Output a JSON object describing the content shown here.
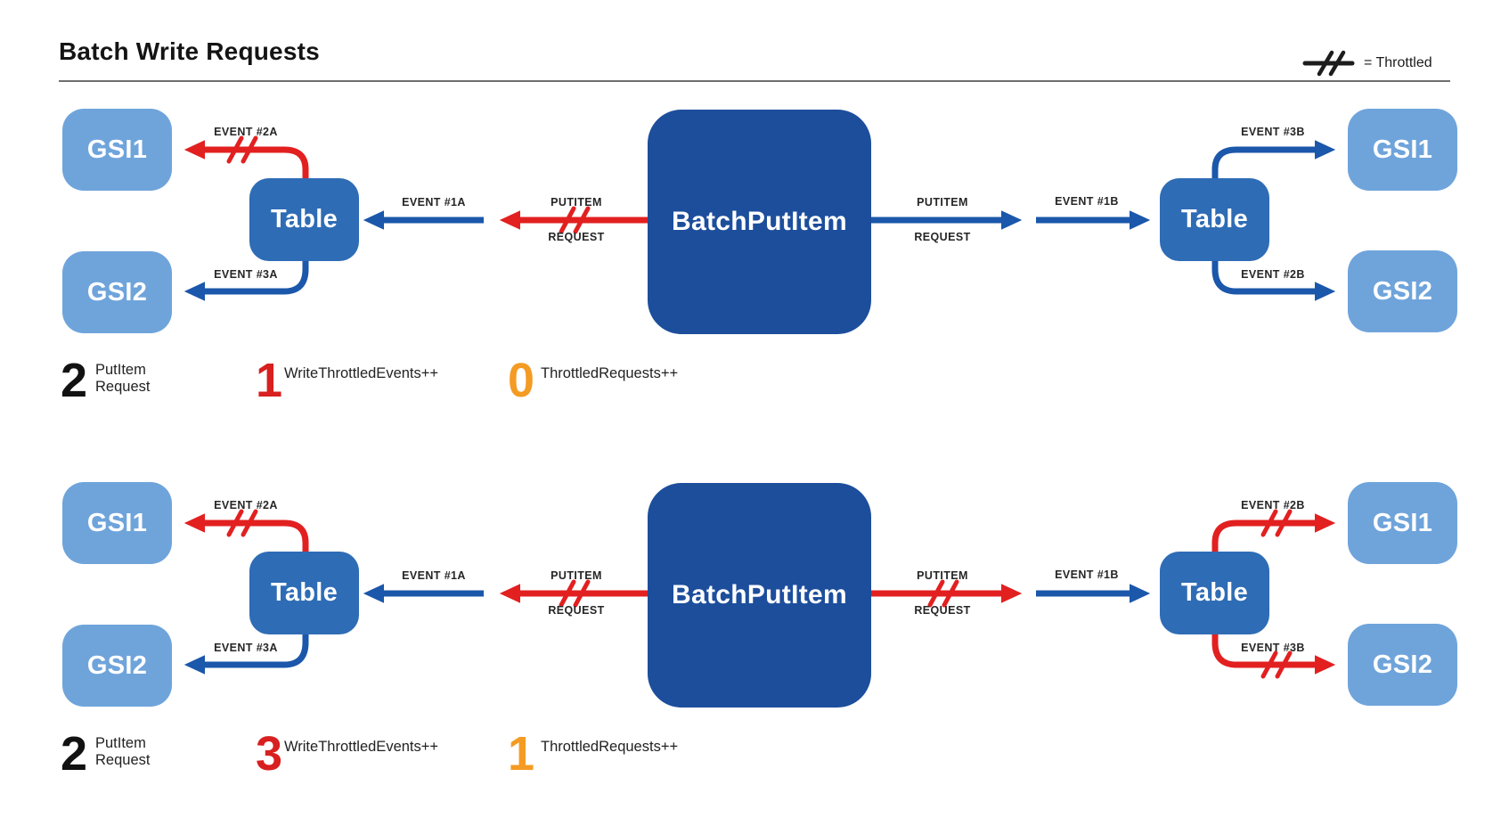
{
  "header": {
    "title": "Batch Write Requests",
    "legend": {
      "label": "= Throttled"
    }
  },
  "colors": {
    "box_dark_blue": "#1C4E9C",
    "box_mid_blue": "#2E6CB5",
    "box_light_blue": "#6FA4DB",
    "arrow_blue": "#1B57AA",
    "arrow_red": "#E22020",
    "digit_black": "#121212",
    "digit_red": "#D7201F",
    "digit_orange": "#F49B23",
    "label_dark": "#262626"
  },
  "diagrams": [
    {
      "nodes": {
        "gsi1_left": "GSI1",
        "gsi2_left": "GSI2",
        "table_left": "Table",
        "batch": "BatchPutItem",
        "table_right": "Table",
        "gsi1_right": "GSI1",
        "gsi2_right": "GSI2"
      },
      "labels": {
        "event_left_top": "EVENT #2A",
        "event_left_bottom": "EVENT #3A",
        "event_left_main": "EVENT #1A",
        "putitem_left_line1": "PUTITEM",
        "putitem_left_line2": "REQUEST",
        "putitem_right_line1": "PUTITEM",
        "putitem_right_line2": "REQUEST",
        "event_right_main": "EVENT #1B",
        "event_right_top": "EVENT #3B",
        "event_right_bottom": "EVENT #2B"
      },
      "arrows": {
        "left_top_throttled": true,
        "left_bottom_throttled": false,
        "left_main_throttled": false,
        "putitem_left_throttled": true,
        "putitem_right_throttled": false,
        "right_main_throttled": false,
        "right_top_throttled": false,
        "right_bottom_throttled": false
      },
      "counters": [
        {
          "value": "2",
          "color": "black",
          "label_line1": "PutItem",
          "label_line2": "Request"
        },
        {
          "value": "1",
          "color": "red",
          "label_line1": "WriteThrottledEvents++"
        },
        {
          "value": "0",
          "color": "orange",
          "label_line1": "ThrottledRequests++"
        }
      ]
    },
    {
      "nodes": {
        "gsi1_left": "GSI1",
        "gsi2_left": "GSI2",
        "table_left": "Table",
        "batch": "BatchPutItem",
        "table_right": "Table",
        "gsi1_right": "GSI1",
        "gsi2_right": "GSI2"
      },
      "labels": {
        "event_left_top": "EVENT #2A",
        "event_left_bottom": "EVENT #3A",
        "event_left_main": "EVENT #1A",
        "putitem_left_line1": "PUTITEM",
        "putitem_left_line2": "REQUEST",
        "putitem_right_line1": "PUTITEM",
        "putitem_right_line2": "REQUEST",
        "event_right_main": "EVENT #1B",
        "event_right_top": "EVENT #2B",
        "event_right_bottom": "EVENT #3B"
      },
      "arrows": {
        "left_top_throttled": true,
        "left_bottom_throttled": false,
        "left_main_throttled": false,
        "putitem_left_throttled": true,
        "putitem_right_throttled": true,
        "right_main_throttled": false,
        "right_top_throttled": true,
        "right_bottom_throttled": true
      },
      "counters": [
        {
          "value": "2",
          "color": "black",
          "label_line1": "PutItem",
          "label_line2": "Request"
        },
        {
          "value": "3",
          "color": "red",
          "label_line1": "WriteThrottledEvents++"
        },
        {
          "value": "1",
          "color": "orange",
          "label_line1": "ThrottledRequests++"
        }
      ]
    }
  ]
}
